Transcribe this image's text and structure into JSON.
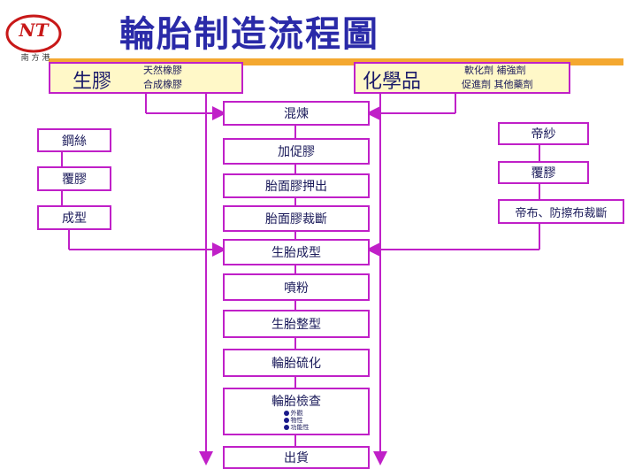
{
  "title": "輪胎制造流程圖",
  "logo": {
    "mark": "NT",
    "caption": "南 方 港"
  },
  "headers": {
    "rubber": {
      "label": "生膠",
      "sub1": "天然橡膠",
      "sub2": "合成橡膠"
    },
    "chemical": {
      "label": "化學品",
      "sub1": "軟化劑 補強劑",
      "sub2": "促進劑 其他藥劑"
    }
  },
  "main_steps": [
    "混煉",
    "加促膠",
    "胎面膠押出",
    "胎面膠裁斷",
    "生胎成型",
    "噴粉",
    "生胎整型",
    "輪胎硫化",
    "輪胎檢查",
    "出貨"
  ],
  "inspection_items": [
    "外觀",
    "物性",
    "功能性"
  ],
  "left_steps": [
    "鋼絲",
    "覆膠",
    "成型"
  ],
  "right_steps": [
    "帝紗",
    "覆膠",
    "帝布、防擦布裁斷"
  ],
  "colors": {
    "line": "#c020c8",
    "title": "#2a2aa8",
    "header_fill": "#fff8c8",
    "accent_band": "#f4a830"
  }
}
